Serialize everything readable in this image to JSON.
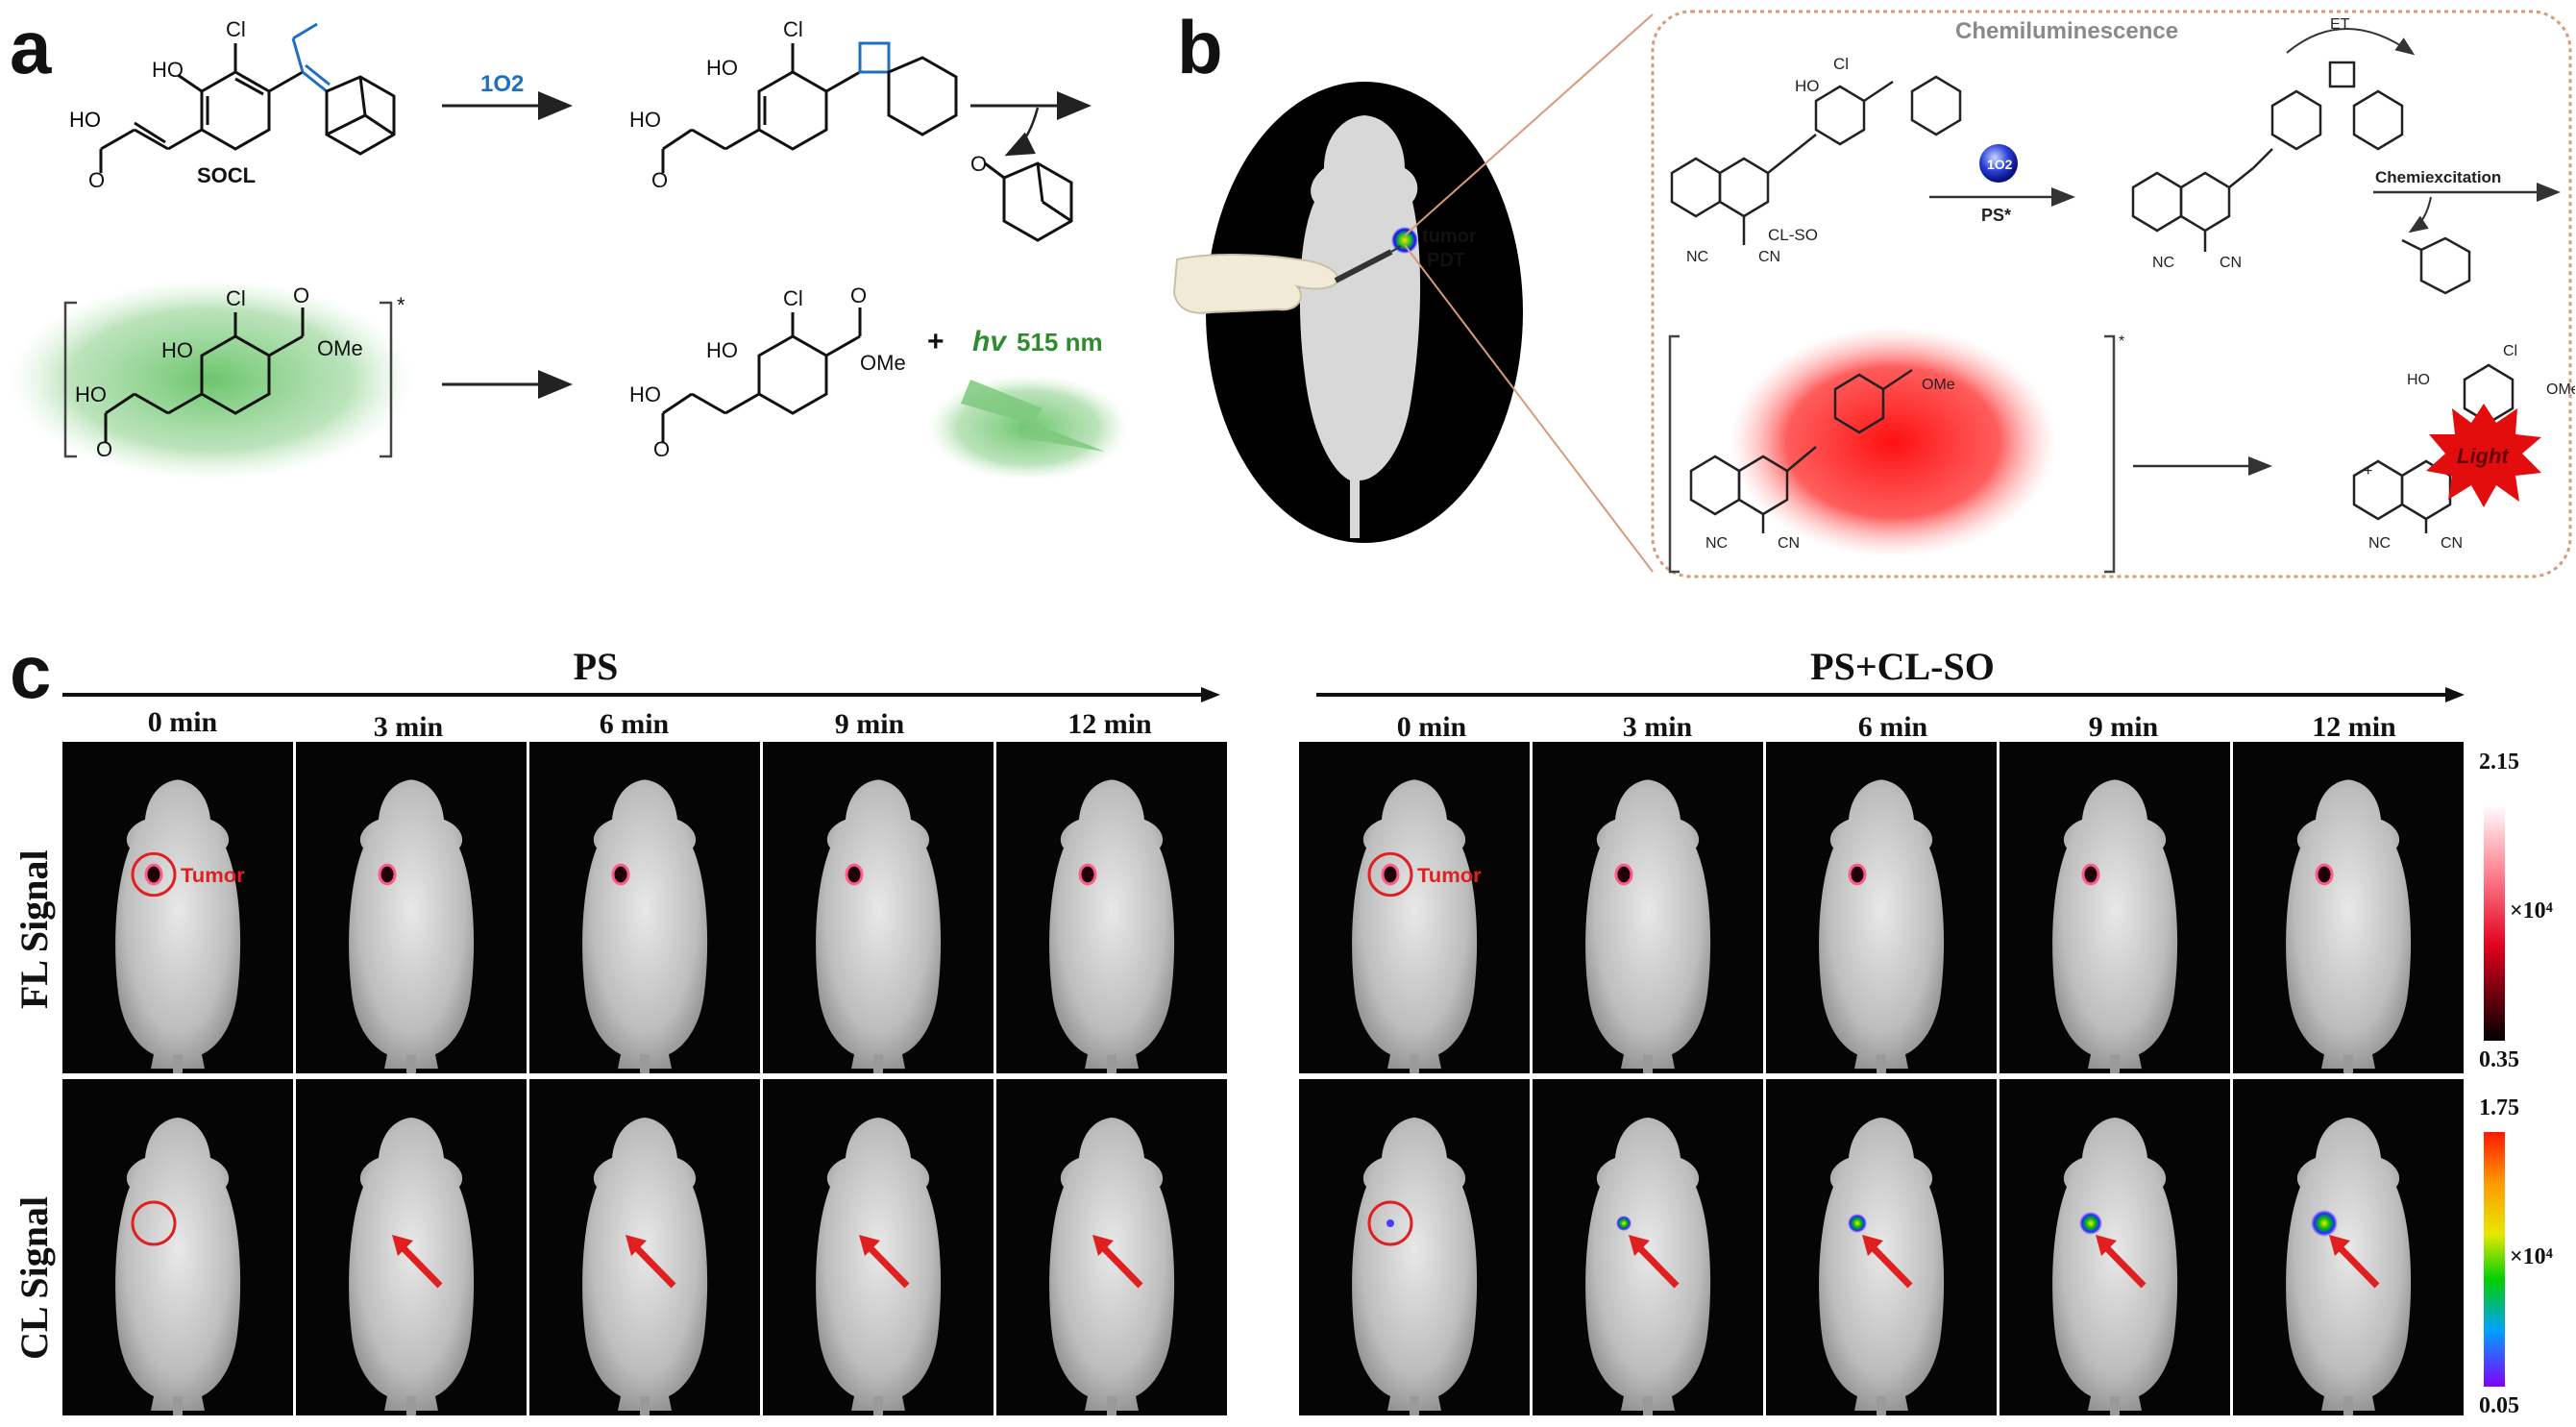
{
  "panel_a": {
    "letter": "a",
    "compound_name": "SOCL",
    "reagent": "1O2",
    "labels": {
      "ho": "HO",
      "cl": "Cl",
      "ho2": "HO",
      "ome": "OMe",
      "star": "*"
    },
    "emission_prefix": "+",
    "emission_hv": "hv",
    "emission_wavelength": "515 nm",
    "colors": {
      "blue": "#1f6fc0",
      "green": "#2e8b2e",
      "glow": "#6cc56c"
    }
  },
  "panel_b": {
    "letter": "b",
    "box_title": "Chemiluminescence",
    "tumor_label": "tumor",
    "pdt_label": "PDT",
    "probe_name": "CL-SO",
    "reagent": "1O2",
    "ps_label": "PS*",
    "et_label": "ET",
    "chemiexcitation": "Chemiexcitation",
    "light_label": "Light",
    "plus": "+",
    "labels": {
      "ho": "HO",
      "cl": "Cl",
      "nc": "NC",
      "cn": "CN",
      "ome": "OMe",
      "star": "*"
    },
    "colors": {
      "box_border": "#d99a7a",
      "red": "#e31010",
      "burst": "#e30d0d"
    }
  },
  "panel_c": {
    "letter": "c",
    "groups": [
      {
        "title": "PS",
        "times": [
          "0 min",
          "3 min",
          "6 min",
          "9 min",
          "12 min"
        ]
      },
      {
        "title": "PS+CL-SO",
        "times": [
          "0 min",
          "3 min",
          "6 min",
          "9 min",
          "12 min"
        ]
      }
    ],
    "row_labels": [
      "FL Signal",
      "CL Signal"
    ],
    "tumor_annotation": "Tumor",
    "fl_scale": {
      "max": "2.15",
      "min": "0.35",
      "unit": "×10⁴"
    },
    "cl_scale": {
      "max": "1.75",
      "min": "0.05",
      "unit": "×10⁴"
    },
    "colors": {
      "annotation": "#e02020"
    }
  }
}
